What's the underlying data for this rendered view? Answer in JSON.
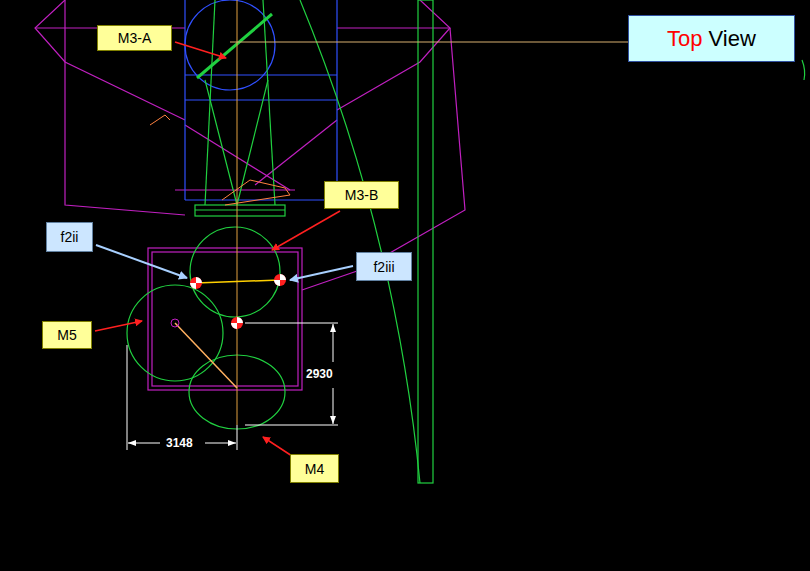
{
  "diagram": {
    "nodes": [
      {
        "text": [
          "M3-A"
        ]
      },
      {
        "text": [
          "Top",
          "View"
        ]
      },
      {
        "text": [
          "M3-B"
        ]
      },
      {
        "text": [
          "f2ii"
        ]
      },
      {
        "text": [
          "f2iii"
        ]
      },
      {
        "text": [
          "M5"
        ]
      },
      {
        "text": [
          "M4"
        ]
      }
    ],
    "labels": [
      "2930",
      "3148"
    ]
  }
}
